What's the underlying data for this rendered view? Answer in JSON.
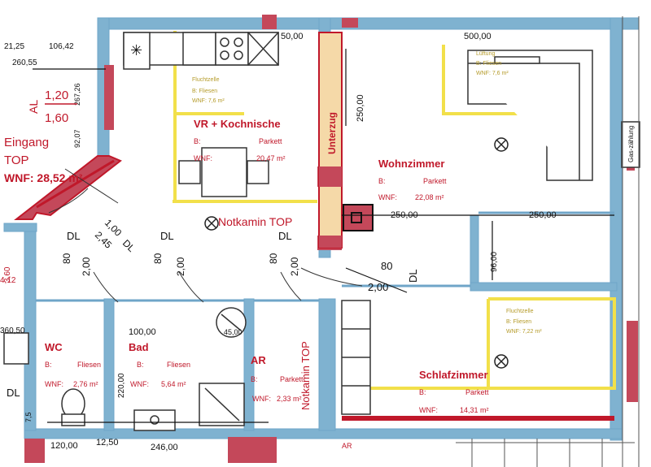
{
  "colors": {
    "wall": "#7fb2d0",
    "wall_dark": "#6fa5c8",
    "red_accent": "#c0182a",
    "red_fill": "#c4485a",
    "pink_fill": "#d98a96",
    "yellow": "#f2e04a",
    "text_red": "#c0182a",
    "text_black": "#111111",
    "grey_line": "#555555"
  },
  "entrance": {
    "title": "Eingang",
    "top": "TOP",
    "wnf": "WNF: 28,52 m²"
  },
  "rooms": {
    "kitchen": {
      "title": "VR + Kochnische",
      "floor_label": "B:",
      "floor": "Parkett",
      "wnf_label": "WNF:",
      "wnf": "20,47 m²",
      "annotation": [
        "Fluchtzelle",
        "B: Fliesen",
        "WNF: 7,6 m²"
      ]
    },
    "living": {
      "title": "Wohnzimmer",
      "floor_label": "B:",
      "floor": "Parkett",
      "wnf_label": "WNF:",
      "wnf": "22,08 m²",
      "annotation": [
        "Lüftung",
        "B: Fliesen",
        "WNF: 7,6 m²"
      ]
    },
    "bedroom": {
      "title": "Schlafzimmer",
      "floor_label": "B:",
      "floor": "Parkett",
      "wnf_label": "WNF:",
      "wnf": "14,31 m²",
      "annotation": [
        "Fluchtzelle",
        "B: Fliesen",
        "WNF: 7,22 m²"
      ]
    },
    "wc": {
      "title": "WC",
      "floor_label": "B:",
      "floor": "Fliesen",
      "wnf_label": "WNF:",
      "wnf": "2,76 m²"
    },
    "bath": {
      "title": "Bad",
      "floor_label": "B:",
      "floor": "Fliesen",
      "wnf_label": "WNF:",
      "wnf": "5,64 m²"
    },
    "ar": {
      "title": "AR",
      "floor_label": "B:",
      "floor": "Parkett",
      "wnf_label": "WNF:",
      "wnf": "2,33 m²"
    }
  },
  "labels": {
    "notkamin": "Notkamin TOP",
    "notkamin_vertical": "Notkamin TOP",
    "unterzug": "Unterzug",
    "gas_meter": "Gas-zählung",
    "al": "AL",
    "dl": "DL",
    "ar_bottom": "AR"
  },
  "dimensions": {
    "top_left_a": "21,25",
    "top_left_b": "106,42",
    "top_left_c": "260,55",
    "top_left_d": "267,26",
    "top_left_e": "92,07",
    "top_mid": "50,00",
    "top_right": "500,00",
    "al_1": "1,20",
    "al_2": "1,60",
    "diag_1": "1,00",
    "diag_2": "2,45",
    "door_w": "80",
    "door_h": "2,00",
    "living_v": "250,00",
    "living_h1": "250,00",
    "living_h2": "250,00",
    "bed_v": "96,00",
    "hall_w": "80",
    "hall_h": "2,00",
    "wc_w": "100,00",
    "bath_v": "220,00",
    "bottom_1": "120,00",
    "bottom_2": "12,50",
    "bottom_3": "246,00",
    "left_1": "3,60",
    "left_2": "4,12",
    "left_3": "360,50",
    "shower": "45,00",
    "dl_small": "7,5"
  }
}
